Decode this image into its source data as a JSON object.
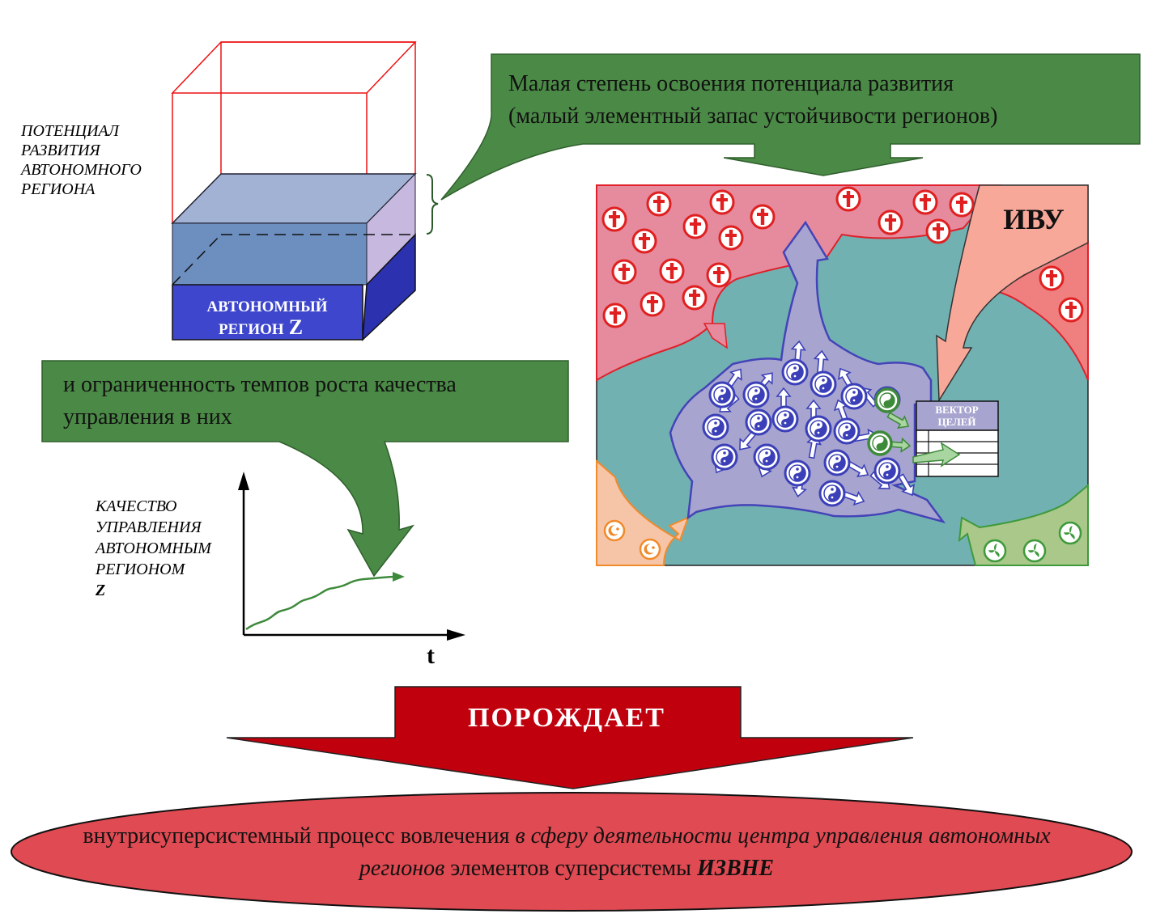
{
  "potential_label": [
    "ПОТЕНЦИАЛ",
    "РАЗВИТИЯ",
    "АВТОНОМНОГО",
    "РЕГИОНА"
  ],
  "box_label": {
    "line1": "АВТОНОМНЫЙ",
    "line2_prefix": "РЕГИОН",
    "line2_letter": "Z"
  },
  "callout_top": [
    "Малая степень освоения потенциала развития",
    "(малый элементный запас устойчивости регионов)"
  ],
  "callout_left": [
    "и ограниченность темпов роста качества",
    "управления в них"
  ],
  "quality_label": {
    "lines": [
      "КАЧЕСТВО",
      "УПРАВЛЕНИЯ",
      "АВТОНОМНЫМ"
    ],
    "last_prefix": "РЕГИОНОМ",
    "last_letter": "Z"
  },
  "axis_x_label": "t",
  "ivu_label": "ИВУ",
  "goals_table": {
    "line1": "ВЕКТОР",
    "line2": "ЦЕЛЕЙ"
  },
  "big_arrow_label": "ПОРОЖДАЕТ",
  "ellipse": {
    "part1": "внутрисуперсистемный процесс вовлечения ",
    "part2_italic": "в сферу деятельности центра управления автономных регионов",
    "part3": " элементов суперсистемы ",
    "part4_bold_italic": "ИЗВНЕ"
  },
  "colors": {
    "callout_green": "#4b8a46",
    "region_teal": "#72b1b2",
    "pink_zone": "#e58b9d",
    "red_symbol": "#e02020",
    "blue_symbol": "#3b3fb8",
    "arrow_lavender": "#a7a5cf",
    "porozhdaet_red": "#c1000e",
    "ellipse_red": "#e04a52",
    "box_blue": "#3d46cc"
  },
  "icons": [
    "cross-icon",
    "yin-yang-icon",
    "crescent-star-icon",
    "triskelion-icon"
  ]
}
